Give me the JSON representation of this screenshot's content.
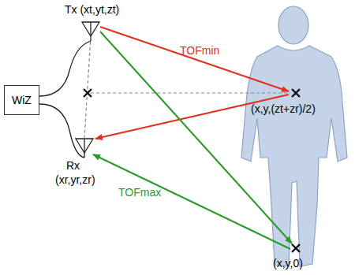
{
  "diagram": {
    "nodes": [
      {
        "text": [
          "WiZ"
        ]
      }
    ],
    "labels": [
      "Tx (xt,yt,zt)",
      "Rx",
      "(xr,yr,zr)",
      "TOFmin",
      "TOFmax",
      "(x,y,(zt+zr)/2)",
      "(x,y,0)"
    ]
  }
}
